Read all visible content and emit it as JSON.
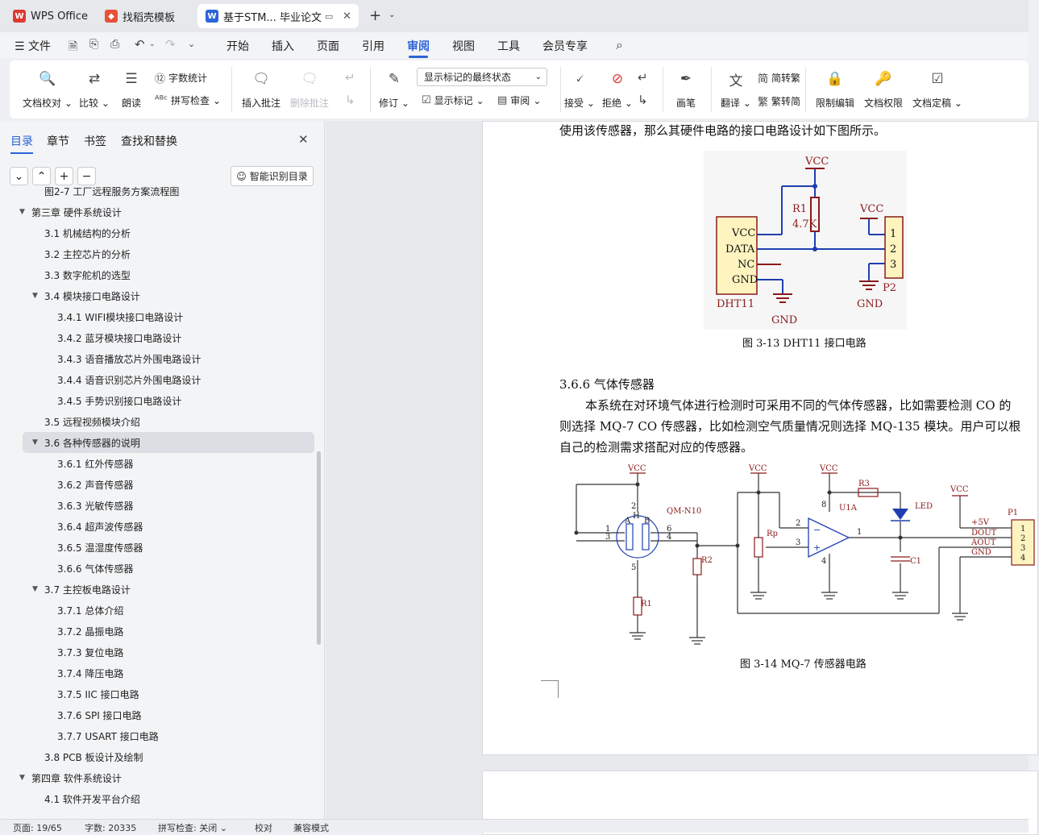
{
  "tabs": [
    {
      "label": "WPS Office",
      "icon": "wps-logo-icon"
    },
    {
      "label": "找稻壳模板",
      "icon": "docer-icon"
    },
    {
      "label": "基于STM... 毕业论文",
      "icon": "word-doc-icon"
    }
  ],
  "menu": [
    "文件",
    "开始",
    "插入",
    "页面",
    "引用",
    "审阅",
    "视图",
    "工具",
    "会员专享"
  ],
  "ribbon": {
    "doc_check": "文档校对",
    "compare": "比较",
    "read_aloud": "朗读",
    "word_count": "字数统计",
    "spell_check": "拼写检查",
    "insert_comment": "插入批注",
    "delete_comment": "删除批注",
    "revise": "修订",
    "markup_state": "显示标记的最终状态",
    "show_markup": "显示标记",
    "review": "审阅",
    "accept": "接受",
    "reject": "拒绝",
    "pen": "画笔",
    "translate": "翻译",
    "to_traditional": "简转繁",
    "to_simplified": "繁转简",
    "restrict_edit": "限制编辑",
    "doc_permission": "文档权限",
    "finalize": "文档定稿"
  },
  "sidebar": {
    "tabs": [
      "目录",
      "章节",
      "书签",
      "查找和替换"
    ],
    "smart_toc": "智能识别目录",
    "toc": [
      {
        "text": "图2-7  工厂远程服务方案流程图",
        "level": 2
      },
      {
        "text": "第三章  硬件系统设计",
        "level": 1,
        "caret": "▼"
      },
      {
        "text": "3.1 机械结构的分析",
        "level": 2
      },
      {
        "text": "3.2 主控芯片的分析",
        "level": 2
      },
      {
        "text": "3.3 数字舵机的选型",
        "level": 2
      },
      {
        "text": "3.4  模块接口电路设计",
        "level": 2,
        "caret": "▼"
      },
      {
        "text": "3.4.1 WIFI模块接口电路设计",
        "level": 3
      },
      {
        "text": "3.4.2  蓝牙模块接口电路设计",
        "level": 3
      },
      {
        "text": "3.4.3  语音播放芯片外围电路设计",
        "level": 3
      },
      {
        "text": "3.4.4  语音识别芯片外围电路设计",
        "level": 3
      },
      {
        "text": "3.4.5  手势识别接口电路设计",
        "level": 3
      },
      {
        "text": "3.5  远程视频模块介绍",
        "level": 2
      },
      {
        "text": "3.6  各种传感器的说明",
        "level": 2,
        "caret": "▼",
        "selected": true
      },
      {
        "text": "3.6.1  红外传感器",
        "level": 3
      },
      {
        "text": "3.6.2  声音传感器",
        "level": 3
      },
      {
        "text": "3.6.3  光敏传感器",
        "level": 3
      },
      {
        "text": "3.6.4  超声波传感器",
        "level": 3
      },
      {
        "text": "3.6.5  温湿度传感器",
        "level": 3
      },
      {
        "text": "3.6.6  气体传感器",
        "level": 3
      },
      {
        "text": "3.7  主控板电路设计",
        "level": 2,
        "caret": "▼"
      },
      {
        "text": "3.7.1  总体介绍",
        "level": 3
      },
      {
        "text": "3.7.2  晶振电路",
        "level": 3
      },
      {
        "text": "3.7.3  复位电路",
        "level": 3
      },
      {
        "text": "3.7.4  降压电路",
        "level": 3
      },
      {
        "text": "3.7.5 IIC 接口电路",
        "level": 3
      },
      {
        "text": "3.7.6 SPI 接口电路",
        "level": 3
      },
      {
        "text": "3.7.7 USART 接口电路",
        "level": 3
      },
      {
        "text": "3.8 PCB 板设计及绘制",
        "level": 2
      },
      {
        "text": "第四章  软件系统设计",
        "level": 1,
        "caret": "▼"
      },
      {
        "text": "4.1  软件开发平台介绍",
        "level": 2
      }
    ]
  },
  "document": {
    "line1": "使用该传感器，那么其硬件电路的接口电路设计如下图所示。",
    "fig13_caption": "图 3-13 DHT11 接口电路",
    "section_heading": "3.6.6  气体传感器",
    "para1": "本系统在对环境气体进行检测时可采用不同的气体传感器，比如需要检测 CO 的",
    "para2": "则选择 MQ-7 CO 传感器，比如检测空气质量情况则选择 MQ-135 模块。用户可以根",
    "para3": "自己的检测需求搭配对应的传感器。",
    "fig14_caption": "图 3-14 MQ-7 传感器电路",
    "dht": {
      "vcc": "VCC",
      "r1": "R1",
      "r1val": "4.7K",
      "pin_vcc": "VCC",
      "pin_data": "DATA",
      "pin_nc": "NC",
      "pin_gnd": "GND",
      "chip": "DHT11",
      "gnd": "GND",
      "p2": "P2",
      "p1": "1",
      "p2n": "2",
      "p3": "3"
    },
    "mq": {
      "vcc": "VCC",
      "sensor": "QM-N10",
      "h": "H",
      "a": "A",
      "b": "B",
      "r1": "R1",
      "r2": "R2",
      "rp": "Rp",
      "r3": "R3",
      "u1a": "U1A",
      "led": "LED",
      "c1": "C1",
      "p1": "P1",
      "p5v": "+5V",
      "dout": "DOUT",
      "aout": "AOUT",
      "gnd": "GND",
      "n1": "1",
      "n2": "2",
      "n3": "3",
      "n4": "4",
      "n5": "5",
      "n6": "6",
      "n8": "8"
    }
  },
  "status": {
    "page": "页面: 19/65",
    "words": "字数: 20335",
    "spell": "拼写检查: 关闭",
    "proof": "校对",
    "compat": "兼容模式"
  },
  "colors": {
    "accent": "#2b64d8",
    "wps_red": "#e03a2f",
    "schematic_red": "#8b1a1a",
    "schematic_blue": "#1f3fb0",
    "chip_fill": "#fff4c0"
  }
}
